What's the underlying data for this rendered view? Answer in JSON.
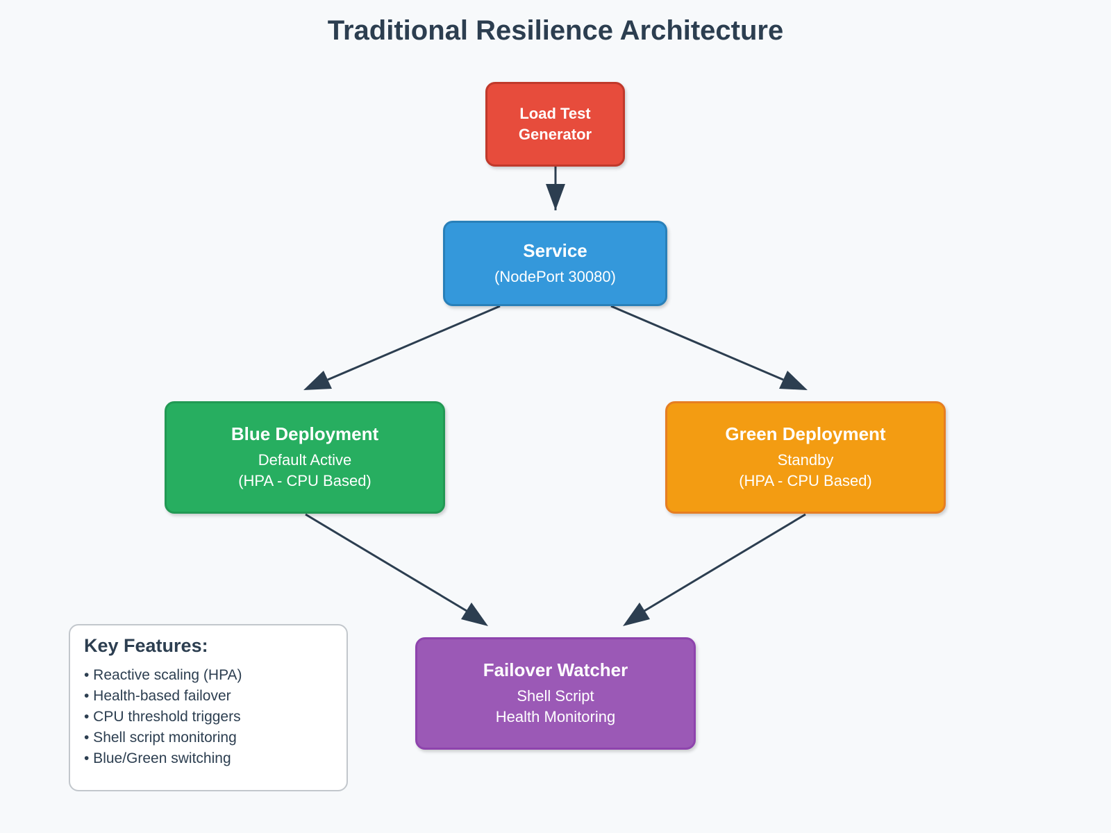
{
  "title": "Traditional Resilience Architecture",
  "nodes": {
    "load_test": {
      "line1": "Load Test",
      "line2": "Generator",
      "color": "#e74c3c"
    },
    "service": {
      "title": "Service",
      "subtitle": "(NodePort 30080)",
      "color": "#3498db"
    },
    "blue": {
      "title": "Blue Deployment",
      "line1": "Default Active",
      "line2": "(HPA - CPU Based)",
      "color": "#27ae60"
    },
    "green": {
      "title": "Green Deployment",
      "line1": "Standby",
      "line2": "(HPA - CPU Based)",
      "color": "#f39c12"
    },
    "watcher": {
      "title": "Failover Watcher",
      "line1": "Shell Script",
      "line2": "Health Monitoring",
      "color": "#9b59b6"
    }
  },
  "key_features": {
    "title": "Key Features:",
    "items": [
      "• Reactive scaling (HPA)",
      "• Health-based failover",
      "• CPU threshold triggers",
      "• Shell script monitoring",
      "• Blue/Green switching"
    ]
  },
  "edges": [
    {
      "from": "load_test",
      "to": "service"
    },
    {
      "from": "service",
      "to": "blue"
    },
    {
      "from": "service",
      "to": "green"
    },
    {
      "from": "blue",
      "to": "watcher"
    },
    {
      "from": "green",
      "to": "watcher"
    }
  ]
}
